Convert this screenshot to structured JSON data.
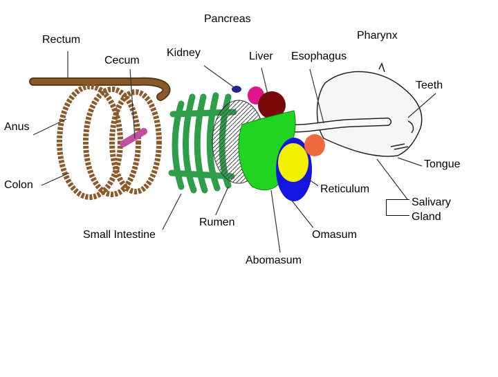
{
  "diagram": {
    "labels": {
      "pancreas": "Pancreas",
      "rectum": "Rectum",
      "pharynx": "Pharynx",
      "cecum": "Cecum",
      "kidney": "Kidney",
      "liver": "Liver",
      "esophagus": "Esophagus",
      "teeth": "Teeth",
      "anus": "Anus",
      "tongue": "Tongue",
      "colon": "Colon",
      "reticulum": "Reticulum",
      "salivary_gland": "Salivary Gland",
      "rumen": "Rumen",
      "small_intestine": "Small Intestine",
      "omasum": "Omasum",
      "abomasum": "Abomasum"
    },
    "organ_colors": {
      "small_intestine": "#2e9e4a",
      "rumen": "#22d422",
      "reticulum": "#f0f000",
      "omasum": "#1414e0",
      "abomasum": "#22d422",
      "liver": "#7a0808",
      "pancreas": "#e0148c",
      "kidney": "#1e2a8a",
      "spleen": "#ee6a3c",
      "colon": "#8b5a2b",
      "cecum": "#c050a0"
    }
  }
}
